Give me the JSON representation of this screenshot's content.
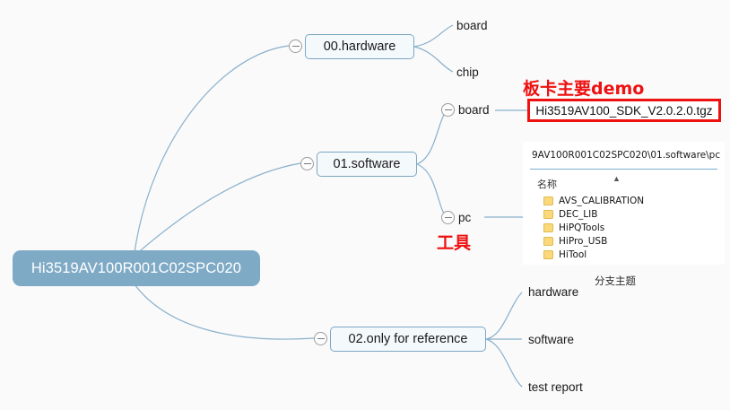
{
  "root": {
    "label": "Hi3519AV100R001C02SPC020",
    "color": "#7faac6",
    "text_color": "#ffffff"
  },
  "branches": [
    {
      "id": "hardware",
      "label": "00.hardware",
      "collapse_icon": "minus-circle-icon"
    },
    {
      "id": "software",
      "label": "01.software",
      "collapse_icon": "minus-circle-icon"
    },
    {
      "id": "reference",
      "label": "02.only for reference",
      "collapse_icon": "minus-circle-icon"
    }
  ],
  "leaves": {
    "board_hardware": "board",
    "chip": "chip",
    "board_software": "board",
    "pc": "pc",
    "hardware": "hardware",
    "software": "software",
    "test_report": "test report"
  },
  "annotations": {
    "demo_note": "板卡主要demo",
    "tools_note": "工具",
    "branch_topic": "分支主题",
    "color": "#ee1111"
  },
  "highlight": {
    "sdk_file": "Hi3519AV100_SDK_V2.0.2.0.tgz",
    "border_color": "#ee1111"
  },
  "file_panel": {
    "path": "9AV100R001C02SPC020\\01.software\\pc",
    "column_header": "名称",
    "sort_chevron": "▲",
    "items": [
      {
        "name": "AVS_CALIBRATION",
        "icon": "folder-icon"
      },
      {
        "name": "DEC_LIB",
        "icon": "folder-icon"
      },
      {
        "name": "HiPQTools",
        "icon": "folder-icon"
      },
      {
        "name": "HiPro_USB",
        "icon": "folder-icon"
      },
      {
        "name": "HiTool",
        "icon": "folder-icon"
      }
    ]
  },
  "theme": {
    "canvas_background": "#fafafa",
    "edge_color": "#89b0cc",
    "node_border": "#7da7c4",
    "node_fill": "#f4f9fc"
  }
}
